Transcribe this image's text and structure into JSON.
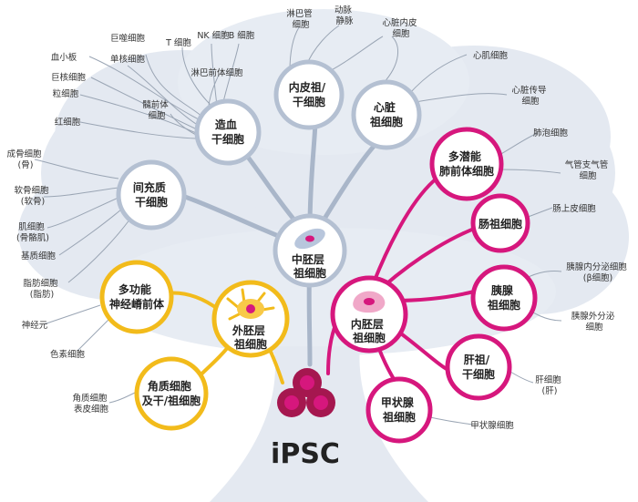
{
  "colors": {
    "gray": "#a9b6c9",
    "gray_node": "#b4c0d2",
    "tree": "#e2e7ef",
    "magenta": "#d6177d",
    "yellow": "#f2bb1b",
    "leaf_line": "#9aa5b4",
    "text": "#222222"
  },
  "title": "iPSC",
  "nodes": {
    "mesoderm": [
      "中胚层",
      "祖细胞"
    ],
    "endoderm": [
      "内胚层",
      "祖细胞"
    ],
    "ectoderm": [
      "外胚层",
      "祖细胞"
    ],
    "hematopoietic": [
      "造血",
      "干细胞"
    ],
    "endothelial": [
      "内皮祖/",
      "干细胞"
    ],
    "cardiac": [
      "心脏",
      "祖细胞"
    ],
    "mesenchymal": [
      "间充质",
      "干细胞"
    ],
    "lung": [
      "多潜能",
      "肺前体细胞"
    ],
    "intestine": [
      "肠祖细胞"
    ],
    "pancreas": [
      "胰腺",
      "祖细胞"
    ],
    "liver": [
      "肝祖/",
      "干细胞"
    ],
    "thyroid": [
      "甲状腺",
      "祖细胞"
    ],
    "neural_crest": [
      "多功能",
      "神经嵴前体"
    ],
    "keratinocyte": [
      "角质细胞",
      "及干/祖细胞"
    ]
  },
  "leaves": {
    "megakaryocyte": [
      "巨噬细胞"
    ],
    "platelet": [
      "血小板"
    ],
    "monocyte": [
      "单核细胞"
    ],
    "erythroblast": [
      "巨核细胞"
    ],
    "granulocyte": [
      "粒细胞"
    ],
    "myeloid_precursor": [
      "髓前体",
      "细胞"
    ],
    "red_cell": [
      "红细胞"
    ],
    "t_cell": [
      "T 细胞"
    ],
    "nk_cell": [
      "NK 细胞"
    ],
    "b_cell": [
      "B 细胞"
    ],
    "lymphoid_precursor": [
      "淋巴前体细胞"
    ],
    "lymphatic": [
      "淋巴管",
      "细胞"
    ],
    "arterial": [
      "动脉",
      "静脉"
    ],
    "endocardial": [
      "心脏内皮",
      "细胞"
    ],
    "cardiomyocyte": [
      "心肌细胞"
    ],
    "conduction": [
      "心脏传导",
      "细胞"
    ],
    "osteoblast": [
      "成骨细胞",
      "(骨)"
    ],
    "chondrocyte": [
      "软骨细胞",
      "(软骨)"
    ],
    "myocyte": [
      "肌细胞",
      "(骨骼肌)"
    ],
    "stromal": [
      "基质细胞"
    ],
    "adipocyte": [
      "脂肪细胞",
      "(脂肪)"
    ],
    "alveolar": [
      "肺泡细胞"
    ],
    "airway": [
      "气管支气管",
      "细胞"
    ],
    "intestinal_epi": [
      "肠上皮细胞"
    ],
    "endocrine": [
      "胰腺内分泌细胞",
      "(β细胞)"
    ],
    "exocrine": [
      "胰腺外分泌",
      "细胞"
    ],
    "hepatocyte": [
      "肝细胞",
      "(肝)"
    ],
    "thyroid_cell": [
      "甲状腺细胞"
    ],
    "neuron": [
      "神经元"
    ],
    "melanocyte": [
      "色素细胞"
    ],
    "keratinocyte_cell": [
      "角质细胞",
      "表皮细胞"
    ]
  }
}
